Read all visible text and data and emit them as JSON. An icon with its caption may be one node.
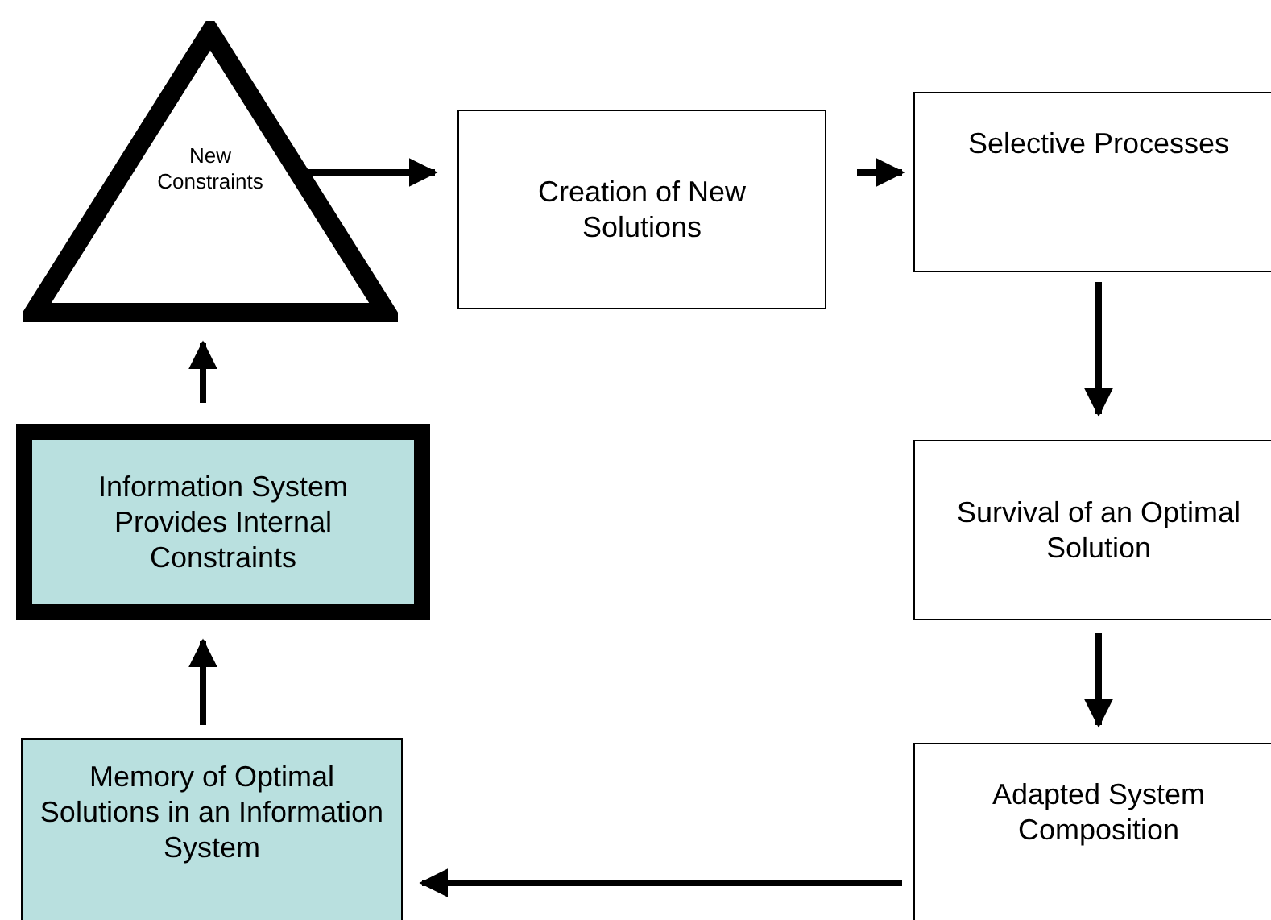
{
  "diagram": {
    "nodes": [
      {
        "text": [
          "New Constraints"
        ]
      },
      {
        "text": [
          "Creation of New Solutions"
        ]
      },
      {
        "text": [
          "Selective Processes"
        ]
      },
      {
        "text": [
          "Survival of an Optimal Solution"
        ]
      },
      {
        "text": [
          "Adapted System Composition"
        ]
      },
      {
        "text": [
          "Memory of Optimal Solutions in an Information System"
        ]
      },
      {
        "text": [
          "Information System Provides Internal Constraints"
        ]
      }
    ],
    "edges": [
      {
        "from": 0,
        "to": 1,
        "arrow": "to"
      },
      {
        "from": 1,
        "to": 2,
        "arrow": "to"
      },
      {
        "from": 2,
        "to": 3,
        "arrow": "to"
      },
      {
        "from": 3,
        "to": 4,
        "arrow": "to"
      },
      {
        "from": 4,
        "to": 5,
        "arrow": "to"
      },
      {
        "from": 5,
        "to": 6,
        "arrow": "to"
      },
      {
        "from": 6,
        "to": 0,
        "arrow": "to"
      }
    ]
  }
}
